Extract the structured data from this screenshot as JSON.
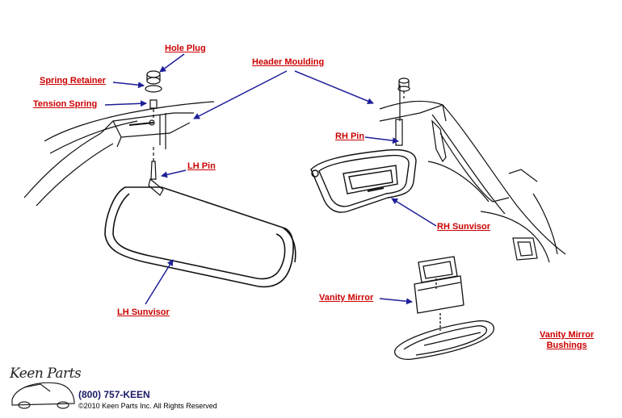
{
  "labels": {
    "hole_plug": "Hole Plug",
    "spring_retainer": "Spring Retainer",
    "tension_spring": "Tension Spring",
    "header_moulding": "Header Moulding",
    "lh_pin": "LH Pin",
    "rh_pin": "RH Pin",
    "rh_sunvisor": "RH Sunvisor",
    "lh_sunvisor": "LH Sunvisor",
    "vanity_mirror": "Vanity Mirror",
    "vanity_mirror_bushings_line1": "Vanity Mirror",
    "vanity_mirror_bushings_line2": "Bushings"
  },
  "footer": {
    "logo": "Keen Parts",
    "phone": "(800) 757-KEEN",
    "copyright": "©2010 Keen Parts Inc. All Rights Reserved"
  },
  "colors": {
    "label_red": "#cc0000",
    "arrow_blue": "#1f1f99",
    "line_art": "#111111"
  }
}
